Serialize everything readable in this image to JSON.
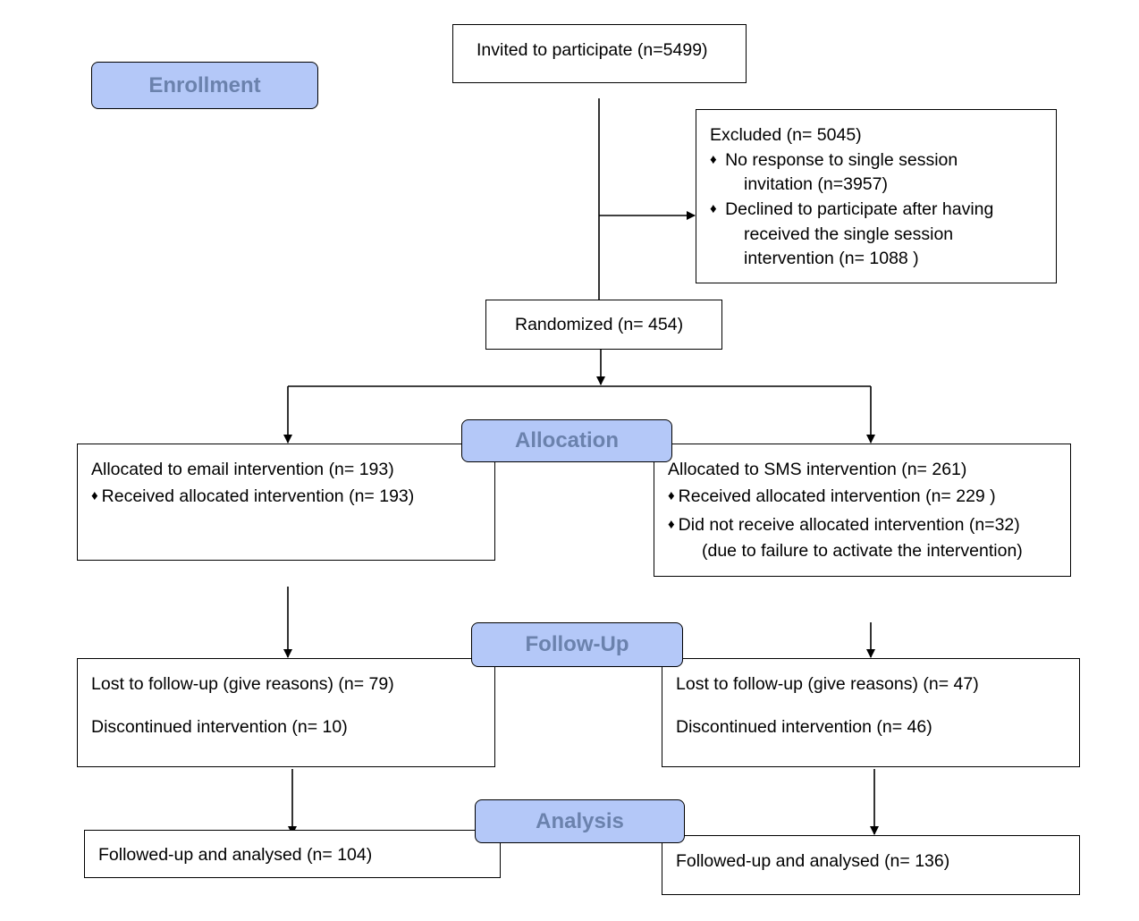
{
  "stages": {
    "enrollment": "Enrollment",
    "allocation": "Allocation",
    "follow_up": "Follow-Up",
    "analysis": "Analysis"
  },
  "bullet_symbol": "♦",
  "invited": "Invited to participate (n=5499)",
  "excluded": {
    "title": "Excluded  (n= 5045)",
    "no_response_1": "No response to single session",
    "no_response_2": "invitation (n=3957)",
    "declined_1": "Declined to participate after having",
    "declined_2": "received the single session",
    "declined_3": "intervention (n= 1088 )"
  },
  "randomized": "Randomized (n= 454)",
  "email_arm": {
    "allocated": "Allocated to email intervention (n= 193)",
    "received": "Received allocated intervention (n= 193)",
    "lost": "Lost to follow-up (give reasons) (n= 79)",
    "discontinued": "Discontinued intervention (n= 10)",
    "analysed": "Followed-up and analysed  (n= 104)"
  },
  "sms_arm": {
    "allocated": "Allocated to SMS intervention (n= 261)",
    "received": "Received allocated intervention (n= 229 )",
    "not_received_1": "Did not receive allocated intervention (n=32)",
    "not_received_2": "(due to failure to activate the intervention)",
    "lost": "Lost to follow-up (give reasons) (n= 47)",
    "discontinued": "Discontinued intervention (n= 46)",
    "analysed": "Followed-up and analysed  (n= 136)"
  },
  "colors": {
    "stage_fill": "#b4c8f8",
    "stage_text": "#6b82ad",
    "line": "#000000"
  }
}
